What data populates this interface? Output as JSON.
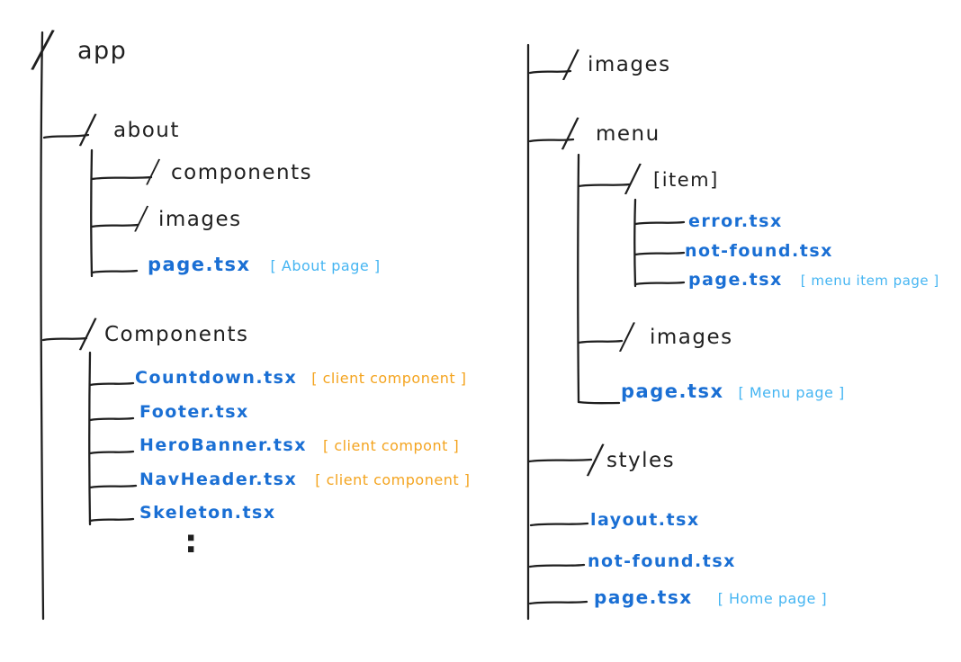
{
  "palette": {
    "ink": "#1f1f1f",
    "file_blue": "#1a6fd4",
    "page_note_cyan": "#45b5f2",
    "client_note_orange": "#f4a41f",
    "background": "#ffffff"
  },
  "left_tree": {
    "app": {
      "prefix": "/",
      "label": "app"
    },
    "about": {
      "prefix": "/",
      "label": "about"
    },
    "about_components": {
      "prefix": "/",
      "label": "components"
    },
    "about_images": {
      "prefix": "/",
      "label": "images"
    },
    "about_page": {
      "label": "page.tsx",
      "note": "[ About page ]"
    },
    "components": {
      "prefix": "/",
      "label": "Components"
    },
    "countdown": {
      "label": "Countdown.tsx",
      "note": "[ client component ]"
    },
    "footer": {
      "label": "Footer.tsx"
    },
    "hero_banner": {
      "label": "HeroBanner.tsx",
      "note": "[ client compont ]"
    },
    "nav_header": {
      "label": "NavHeader.tsx",
      "note": "[ client component ]"
    },
    "skeleton": {
      "label": "Skeleton.tsx"
    },
    "more_indicator": {
      "label": ":"
    }
  },
  "right_tree": {
    "images": {
      "prefix": "/",
      "label": "images"
    },
    "menu": {
      "prefix": "/",
      "label": "menu"
    },
    "menu_item": {
      "prefix": "/",
      "label": "[item]"
    },
    "menu_item_error": {
      "label": "error.tsx"
    },
    "menu_item_not_found": {
      "label": "not-found.tsx"
    },
    "menu_item_page": {
      "label": "page.tsx",
      "note": "[ menu item page ]"
    },
    "menu_images": {
      "prefix": "/",
      "label": "images"
    },
    "menu_page": {
      "label": "page.tsx",
      "note": "[ Menu page ]"
    },
    "styles": {
      "prefix": "/",
      "label": "styles"
    },
    "layout": {
      "label": "layout.tsx"
    },
    "not_found": {
      "label": "not-found.tsx"
    },
    "home_page": {
      "label": "page.tsx",
      "note": "[ Home page ]"
    }
  }
}
